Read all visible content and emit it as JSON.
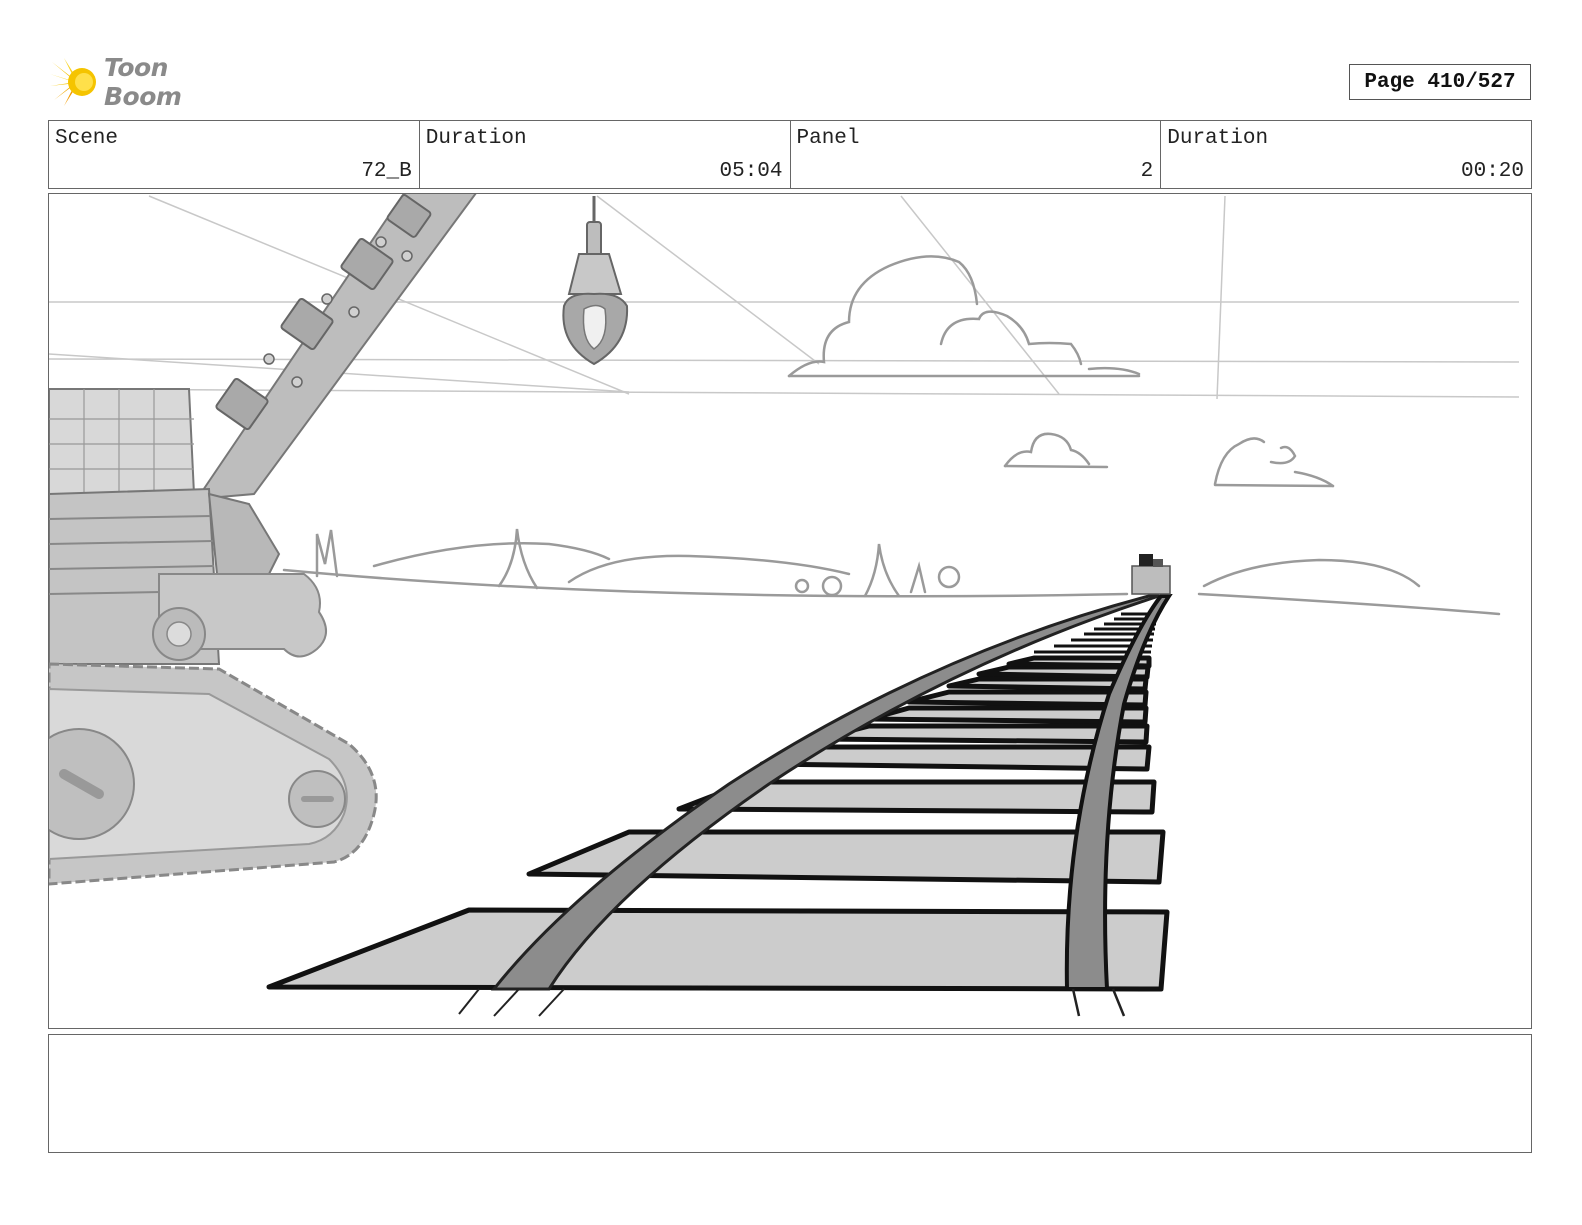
{
  "header": {
    "logo_text": "Toon Boom",
    "page_indicator": "Page 410/527"
  },
  "info_bar": {
    "scene_label": "Scene",
    "scene_value": "72_B",
    "scene_duration_label": "Duration",
    "scene_duration_value": "05:04",
    "panel_label": "Panel",
    "panel_value": "2",
    "panel_duration_label": "Duration",
    "panel_duration_value": "00:20"
  },
  "notes": {
    "text": ""
  },
  "colors": {
    "logo_yellow": "#f5c400",
    "logo_orange": "#f29a00",
    "border": "#666666",
    "sketch_line": "#9a9a9a",
    "tie_fill": "#cccccc"
  }
}
